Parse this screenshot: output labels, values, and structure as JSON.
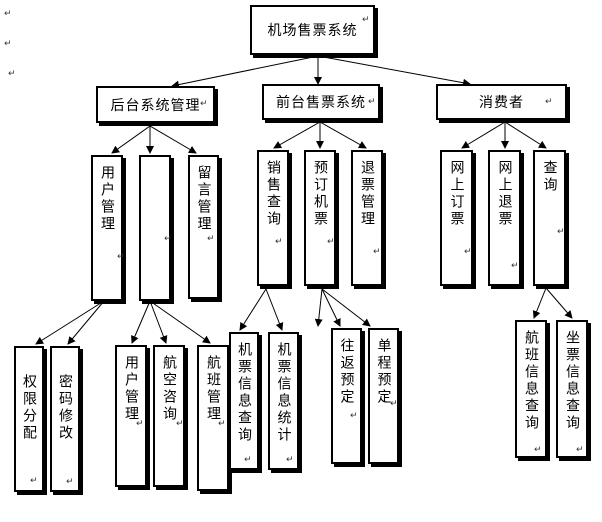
{
  "root": {
    "label": "机场售票系统"
  },
  "level1": [
    {
      "label": "后台系统管理"
    },
    {
      "label": "前台售票系统"
    },
    {
      "label": "消费者"
    }
  ],
  "level2": [
    {
      "label": "用户管理"
    },
    {
      "label": ""
    },
    {
      "label": "留言管理"
    },
    {
      "label": "销售查询"
    },
    {
      "label": "预订机票"
    },
    {
      "label": "退票管理"
    },
    {
      "label": "网上订票"
    },
    {
      "label": "网上退票"
    },
    {
      "label": "查询"
    }
  ],
  "level3": [
    {
      "label": "权限分配"
    },
    {
      "label": "密码修改"
    },
    {
      "label": "用户管理"
    },
    {
      "label": "航空咨询"
    },
    {
      "label": "航班管理"
    },
    {
      "label": "机票信息查询"
    },
    {
      "label": "机票信息统计"
    },
    {
      "label": "往返预定"
    },
    {
      "label": "单程预定"
    },
    {
      "label": "航班信息查询"
    },
    {
      "label": "坐票信息查询"
    }
  ],
  "marks": {
    "return_symbol": "↵"
  }
}
